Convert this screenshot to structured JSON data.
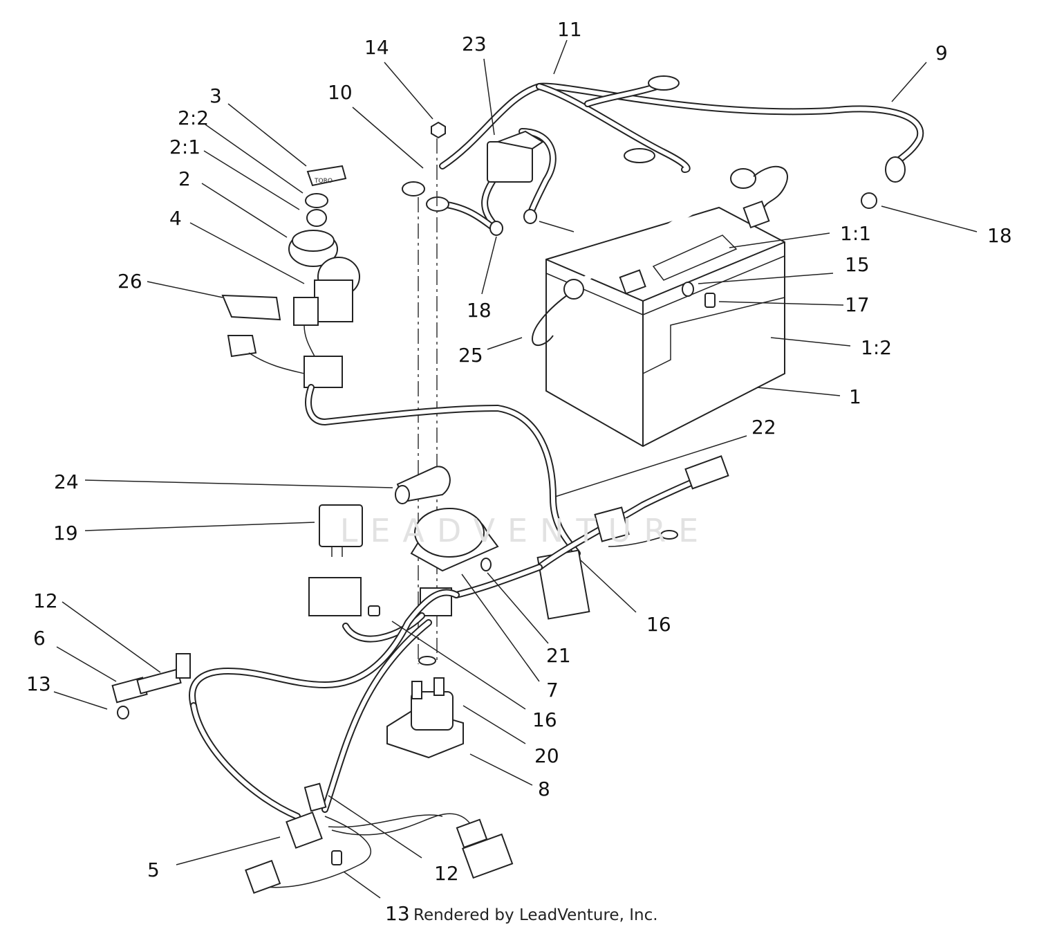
{
  "callouts": [
    "1",
    "1:1",
    "1:2",
    "2",
    "2:1",
    "2:2",
    "3",
    "4",
    "5",
    "6",
    "7",
    "8",
    "9",
    "10",
    "11",
    "12",
    "12",
    "13",
    "13",
    "14",
    "15",
    "16",
    "16",
    "17",
    "18",
    "18",
    "19",
    "20",
    "21",
    "22",
    "23",
    "24",
    "25",
    "26"
  ],
  "watermark": "LEADVENTURE",
  "credit": "Rendered by LeadVenture, Inc.",
  "key_label": "TORO"
}
